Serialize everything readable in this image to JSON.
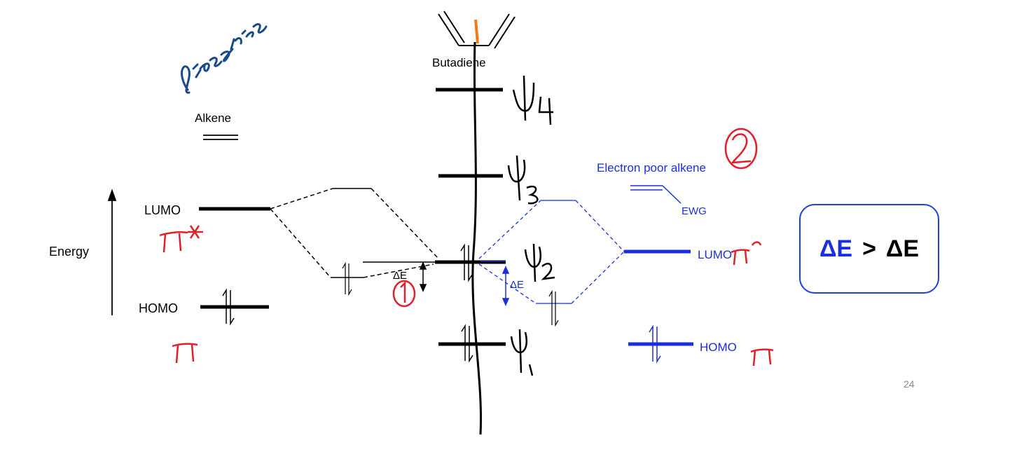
{
  "labels": {
    "butadiene": "Butadiene",
    "alkene": "Alkene",
    "energy": "Energy",
    "lumo": "LUMO",
    "homo": "HOMO",
    "delta_e": "ΔE",
    "electron_poor_alkene": "Electron poor alkene",
    "ewg": "EWG",
    "lumo_right": "LUMO",
    "homo_right": "HOMO"
  },
  "box": {
    "delta_blue": "ΔE",
    "comparator": ">",
    "delta_black": "ΔE"
  },
  "slide": {
    "page_number": "24"
  },
  "annotations": {
    "handwritten": [
      "dicsophile",
      "π*",
      "π",
      "ψ4",
      "ψ3",
      "ψ2",
      "ψ1",
      "1",
      "2",
      "π*",
      "π"
    ]
  },
  "colors": {
    "black": "#000000",
    "blue": "#1a2fe0",
    "annotation_red": "#e0202a",
    "annotation_navy": "#1a4a8a",
    "annotation_orange": "#f07b14"
  }
}
